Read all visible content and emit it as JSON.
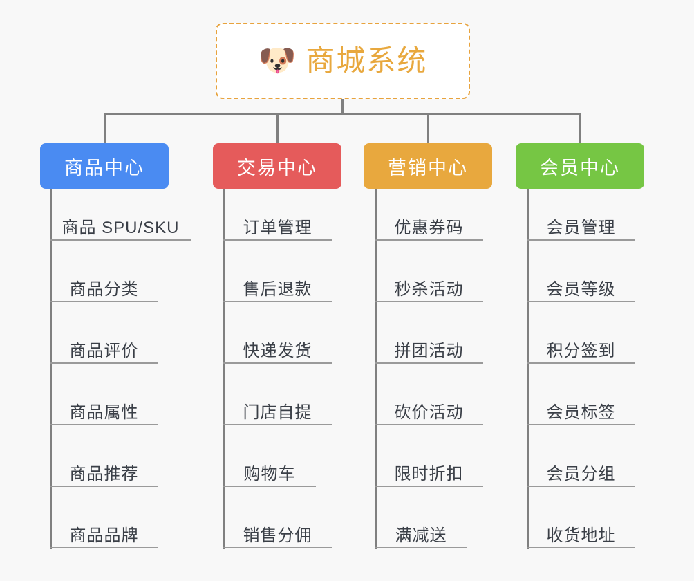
{
  "background_color": "#f8f8f8",
  "connector_color": "#808080",
  "root": {
    "icon": "shiba-dog-face-icon",
    "icon_glyph": "🐶",
    "title": "商城系统",
    "title_color": "#E8A83E",
    "border_color": "#E8A33D",
    "border_style": "dashed",
    "background": "#ffffff"
  },
  "columns": [
    {
      "id": "product-center",
      "title": "商品中心",
      "color": "#4A8BF2",
      "text_color": "#ffffff",
      "items": [
        "商品 SPU/SKU",
        "商品分类",
        "商品评价",
        "商品属性",
        "商品推荐",
        "商品品牌"
      ]
    },
    {
      "id": "trade-center",
      "title": "交易中心",
      "color": "#E55B5B",
      "text_color": "#ffffff",
      "items": [
        "订单管理",
        "售后退款",
        "快递发货",
        "门店自提",
        "购物车",
        "销售分佣"
      ]
    },
    {
      "id": "marketing-center",
      "title": "营销中心",
      "color": "#E8A83E",
      "text_color": "#ffffff",
      "items": [
        "优惠券码",
        "秒杀活动",
        "拼团活动",
        "砍价活动",
        "限时折扣",
        "满减送"
      ]
    },
    {
      "id": "member-center",
      "title": "会员中心",
      "color": "#76C644",
      "text_color": "#ffffff",
      "items": [
        "会员管理",
        "会员等级",
        "积分签到",
        "会员标签",
        "会员分组",
        "收货地址"
      ]
    }
  ]
}
